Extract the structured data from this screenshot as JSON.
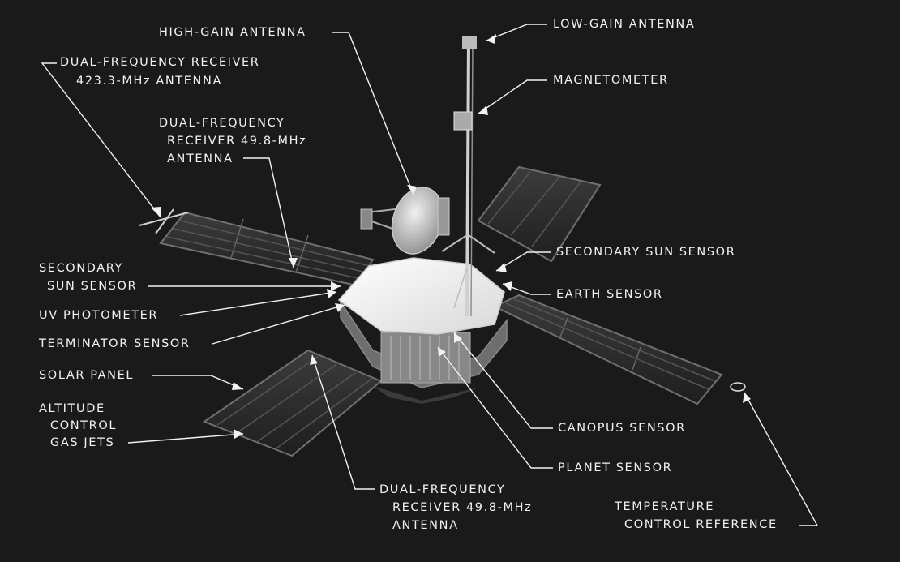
{
  "labels": {
    "high_gain_antenna": "HIGH-GAIN ANTENNA",
    "low_gain_antenna": "LOW-GAIN ANTENNA",
    "dual_freq_423_line1": "DUAL-FREQUENCY RECEIVER",
    "dual_freq_423_line2": "423.3-MHz ANTENNA",
    "magnetometer": "MAGNETOMETER",
    "dual_freq_49_top_line1": "DUAL-FREQUENCY",
    "dual_freq_49_top_line2": "RECEIVER 49.8-MHz",
    "dual_freq_49_top_line3": "ANTENNA",
    "secondary_sun_right": "SECONDARY SUN SENSOR",
    "secondary_sun_left_line1": "SECONDARY",
    "secondary_sun_left_line2": "SUN SENSOR",
    "earth_sensor": "EARTH SENSOR",
    "uv_photometer": "UV PHOTOMETER",
    "terminator_sensor": "TERMINATOR SENSOR",
    "solar_panel": "SOLAR PANEL",
    "altitude_line1": "ALTITUDE",
    "altitude_line2": "CONTROL",
    "altitude_line3": "GAS JETS",
    "canopus_sensor": "CANOPUS SENSOR",
    "planet_sensor": "PLANET SENSOR",
    "dual_freq_49_bottom_line1": "DUAL-FREQUENCY",
    "dual_freq_49_bottom_line2": "RECEIVER 49.8-MHz",
    "dual_freq_49_bottom_line3": "ANTENNA",
    "temp_ref_line1": "TEMPERATURE",
    "temp_ref_line2": "CONTROL REFERENCE"
  },
  "colors": {
    "background": "#1a1a1a",
    "label_text": "#f2f2f2",
    "leader_line": "#f2f2f2",
    "bus_top": "#f4f4f4",
    "panel_dark": "#2a2a2a",
    "panel_frame": "#6a6a6a"
  }
}
